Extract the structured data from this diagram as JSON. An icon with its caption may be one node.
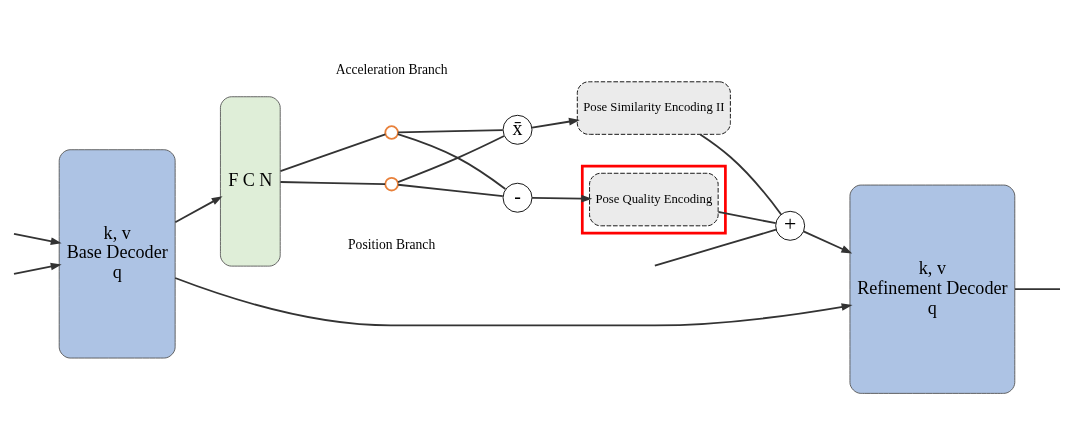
{
  "diagram": {
    "nodes": [
      {
        "text": [
          "k, v",
          "Base Decoder",
          "q"
        ]
      },
      {
        "text": [
          "F C N"
        ]
      },
      {
        "text": [],
        "shape": "circle",
        "beside": [
          "Acceleration Branch"
        ]
      },
      {
        "text": [],
        "shape": "circle",
        "beside": [
          "Position Branch"
        ]
      },
      {
        "text": [
          "x̄"
        ]
      },
      {
        "text": [
          "-"
        ]
      },
      {
        "text": [
          "Pose Similarity Encoding II"
        ]
      },
      {
        "text": [],
        "shape": "box"
      },
      {
        "text": [
          "Pose Quality Encoding"
        ],
        "in": 7
      },
      {
        "text": [
          "+"
        ]
      },
      {
        "text": [
          "k, v",
          "Refinement Decoder",
          "q"
        ]
      }
    ],
    "edges": [
      {
        "from": null,
        "to": 0,
        "arrow": "to"
      },
      {
        "from": null,
        "to": 0,
        "arrow": "to"
      },
      {
        "from": 0,
        "to": 1,
        "arrow": "to"
      },
      {
        "from": 0,
        "to": 10,
        "arrow": "to"
      },
      {
        "from": 1,
        "to": 2,
        "arrow": "none"
      },
      {
        "from": 1,
        "to": 3,
        "arrow": "none"
      },
      {
        "from": 2,
        "to": 4,
        "arrow": "none"
      },
      {
        "from": 2,
        "to": 5,
        "arrow": "none"
      },
      {
        "from": 3,
        "to": 4,
        "arrow": "none"
      },
      {
        "from": 3,
        "to": 5,
        "arrow": "none"
      },
      {
        "from": 4,
        "to": 6,
        "arrow": "to"
      },
      {
        "from": 5,
        "to": 8,
        "arrow": "to"
      },
      {
        "from": 6,
        "to": 9,
        "arrow": "none"
      },
      {
        "from": 8,
        "to": 9,
        "arrow": "none"
      },
      {
        "from": 9,
        "to": 10,
        "arrow": "to"
      },
      {
        "from": null,
        "to": 9,
        "arrow": "none"
      },
      {
        "from": 10,
        "to": null,
        "arrow": "none"
      }
    ]
  }
}
